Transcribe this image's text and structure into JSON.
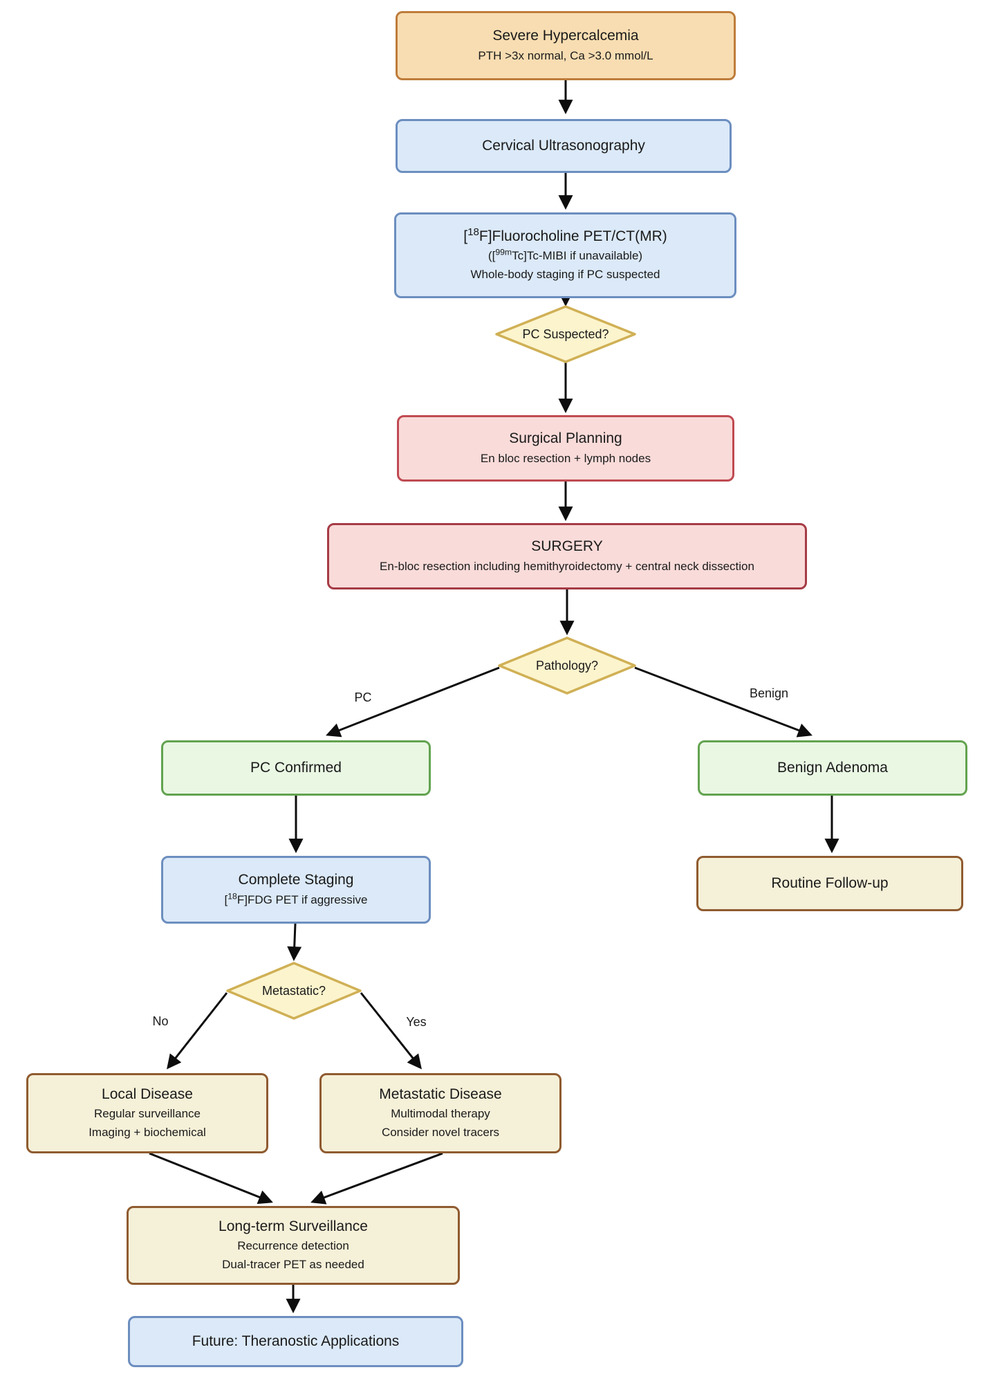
{
  "diagram": {
    "nodes": {
      "severe_hypercalcemia": {
        "title": "Severe Hypercalcemia",
        "subtitle": "PTH >3x normal, Ca >3.0 mmol/L"
      },
      "cervical_ultrasonography": {
        "title": "Cervical Ultrasonography"
      },
      "fch_pet": {
        "line1_prefix": "[",
        "line1_sup": "18",
        "line1_rest": "F]Fluorocholine PET/CT(MR)",
        "line2_prefix": "([",
        "line2_sup": "99m",
        "line2_rest": "Tc]Tc-MIBI if unavailable)",
        "line3": "Whole-body staging if PC suspected"
      },
      "pc_suspected": {
        "label": "PC Suspected?"
      },
      "surgical_planning": {
        "title": "Surgical Planning",
        "subtitle": "En bloc resection + lymph nodes"
      },
      "surgery": {
        "title": "SURGERY",
        "subtitle": "En-bloc resection including hemithyroidectomy + central neck dissection"
      },
      "pathology": {
        "label": "Pathology?"
      },
      "pc_confirmed": {
        "title": "PC Confirmed"
      },
      "benign_adenoma": {
        "title": "Benign Adenoma"
      },
      "complete_staging": {
        "title": "Complete Staging",
        "sub_prefix": "[",
        "sub_sup": "18",
        "sub_rest": "F]FDG PET if aggressive"
      },
      "routine_followup": {
        "title": "Routine Follow-up"
      },
      "metastatic_q": {
        "label": "Metastatic?"
      },
      "local_disease": {
        "title": "Local Disease",
        "line2": "Regular surveillance",
        "line3": "Imaging + biochemical"
      },
      "metastatic_disease": {
        "title": "Metastatic Disease",
        "line2": "Multimodal therapy",
        "line3": "Consider novel tracers"
      },
      "longterm_surveillance": {
        "title": "Long-term Surveillance",
        "line2": "Recurrence detection",
        "line3": "Dual-tracer PET as needed"
      },
      "future_theranostics": {
        "title": "Future: Theranostic Applications"
      }
    },
    "edge_labels": {
      "pc": "PC",
      "benign": "Benign",
      "no": "No",
      "yes": "Yes"
    },
    "colors": {
      "orange_fill": "#F8DDB2",
      "orange_border": "#BE7C3B",
      "blue_fill": "#DBE9F8",
      "blue_border": "#6C8EBF",
      "red_fill": "#F9DBD9",
      "red_border": "#C04A52",
      "red_dark_border": "#A63B45",
      "green_fill": "#E9F7E3",
      "green_border": "#63A350",
      "cream_fill": "#F5F0D8",
      "cream_border": "#8F5B30",
      "diamond_fill": "#FCF4CD",
      "diamond_border": "#D0B055",
      "arrow": "#0d0d0d"
    }
  }
}
